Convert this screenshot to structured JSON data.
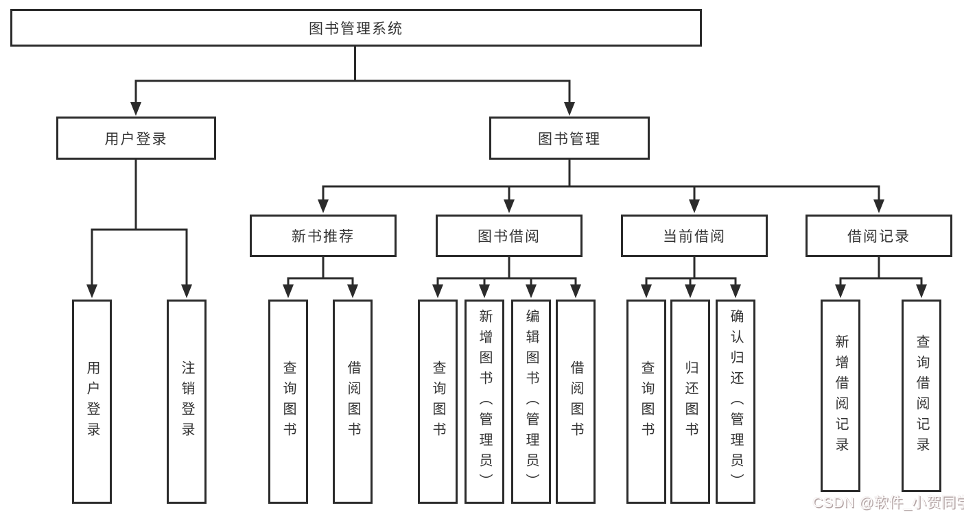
{
  "colors": {
    "line": "#2b2b2b",
    "box_fill": "#ffffff",
    "text": "#333333",
    "watermark_shadow": "#b3a4a4"
  },
  "tree": {
    "root": {
      "label": "图书管理系统"
    },
    "login": {
      "label": "用户登录",
      "children": [
        {
          "label": "用户登录"
        },
        {
          "label": "注销登录"
        }
      ]
    },
    "mgmt": {
      "label": "图书管理",
      "sections": [
        {
          "label": "新书推荐",
          "children": [
            {
              "label": "查询图书"
            },
            {
              "label": "借阅图书"
            }
          ]
        },
        {
          "label": "图书借阅",
          "children": [
            {
              "label": "查询图书"
            },
            {
              "label": "新增图书（管理员）"
            },
            {
              "label": "编辑图书（管理员）"
            },
            {
              "label": "借阅图书"
            }
          ]
        },
        {
          "label": "当前借阅",
          "children": [
            {
              "label": "查询图书"
            },
            {
              "label": "归还图书"
            },
            {
              "label": "确认归还（管理员）"
            }
          ]
        },
        {
          "label": "借阅记录",
          "children": [
            {
              "label": "新增借阅记录"
            },
            {
              "label": "查询借阅记录"
            }
          ]
        }
      ]
    }
  },
  "watermark": {
    "text": "CSDN @软件_小贺同学"
  }
}
